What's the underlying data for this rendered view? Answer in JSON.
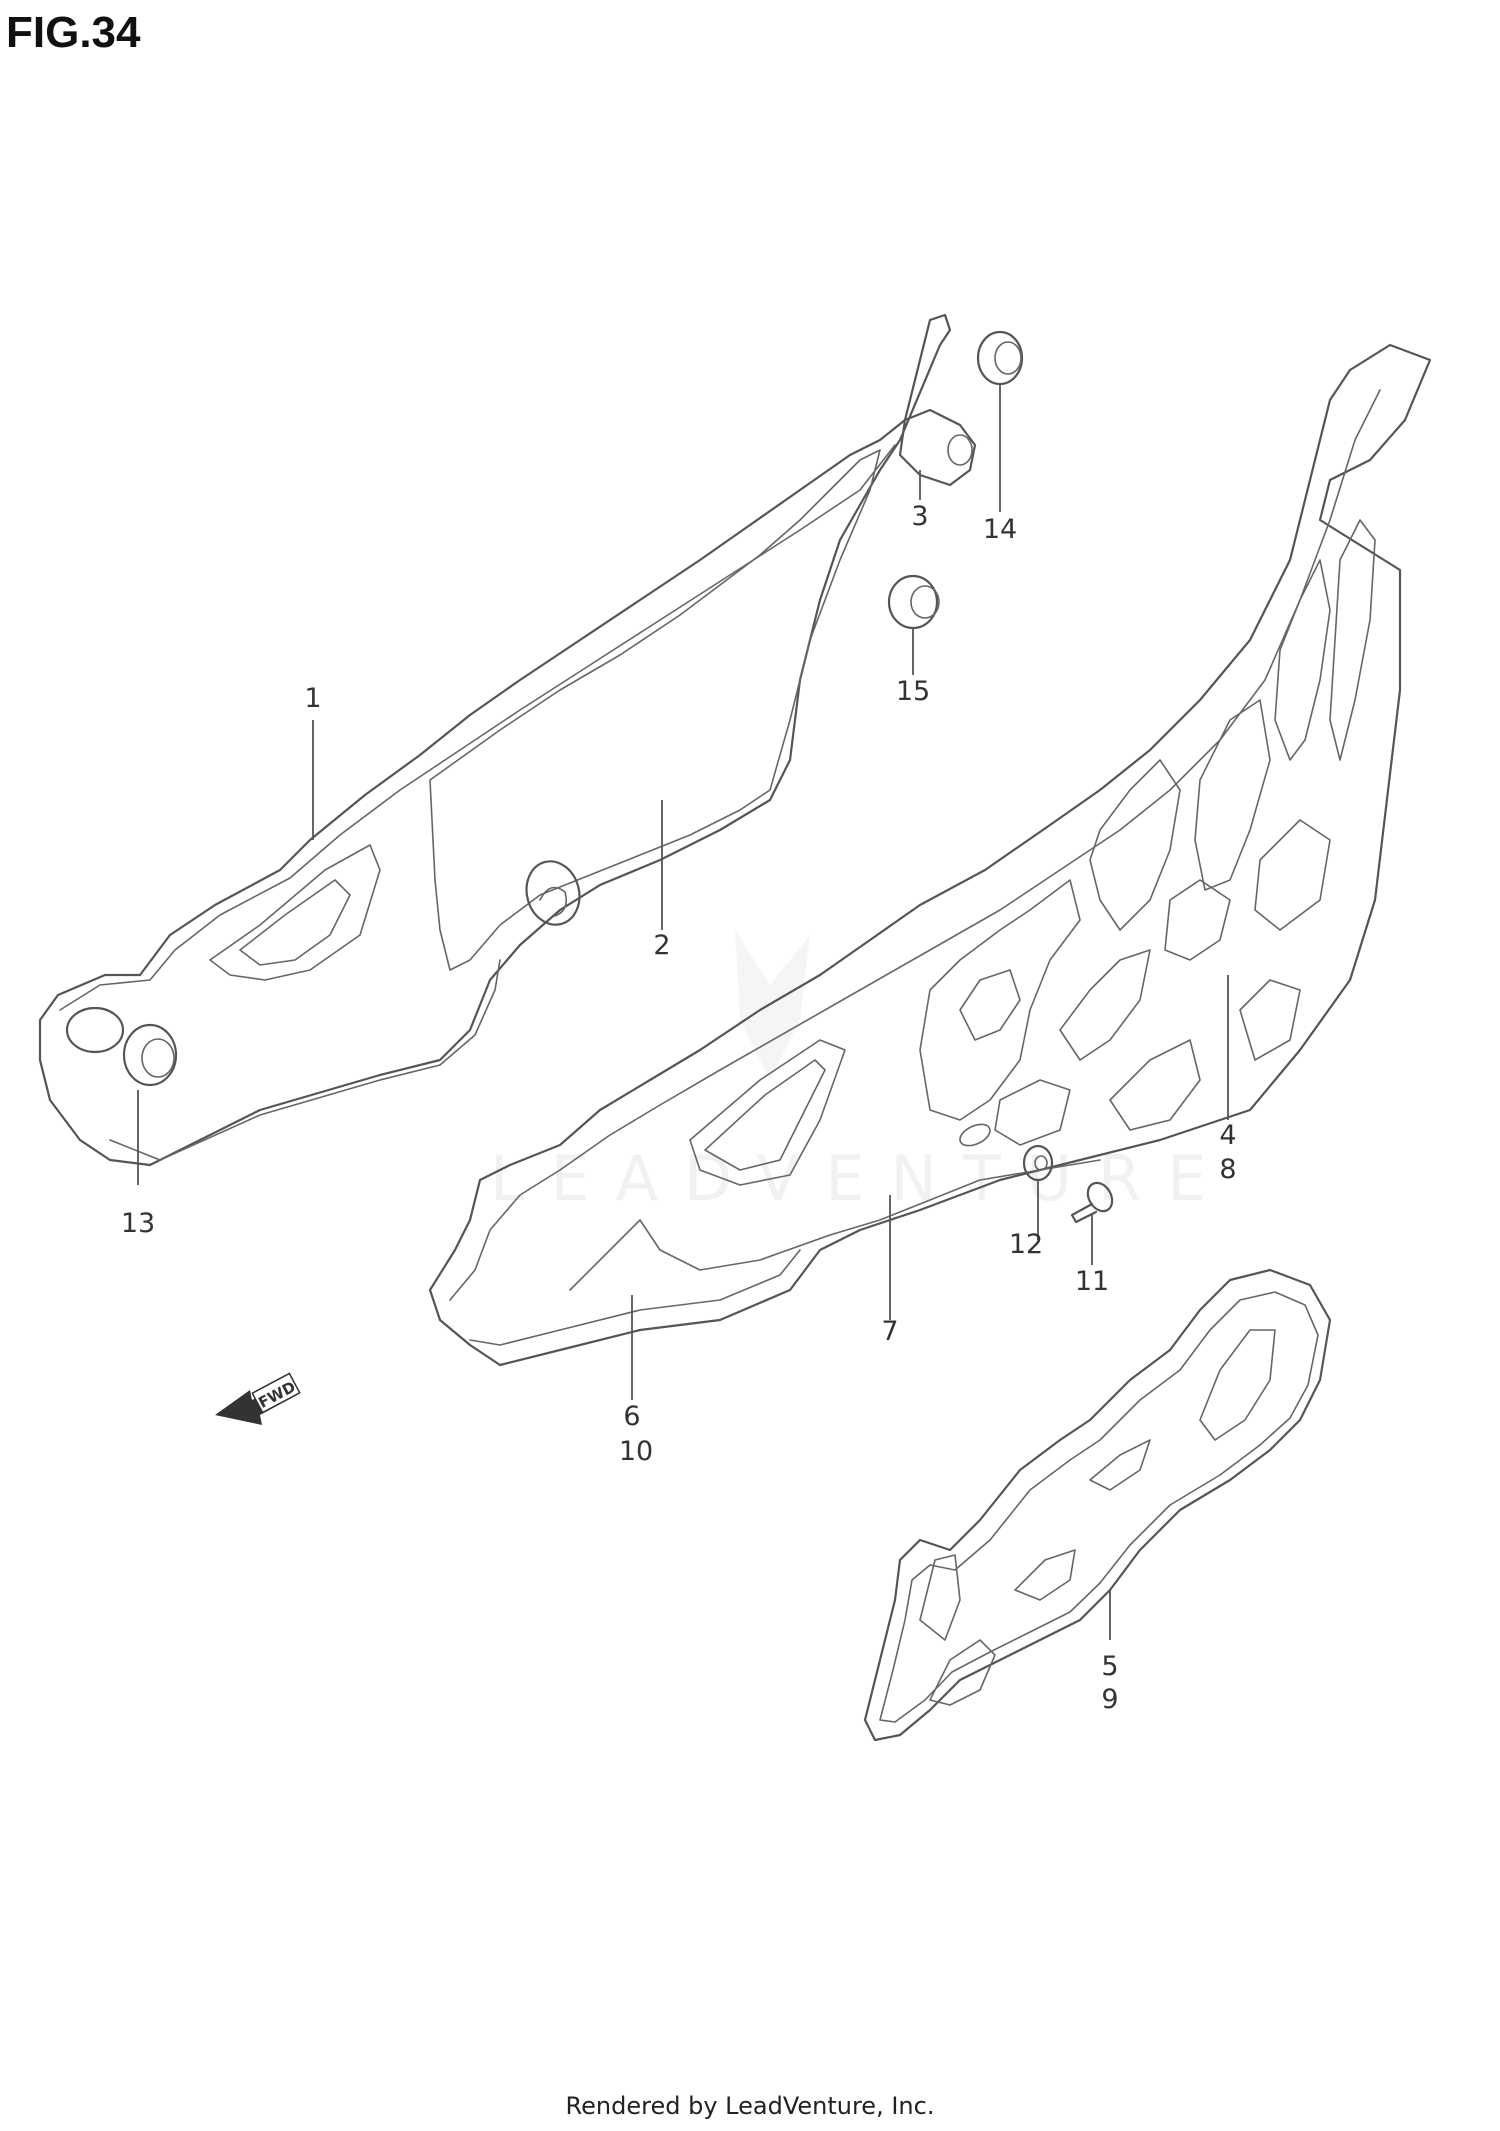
{
  "figure": {
    "title": "FIG.34"
  },
  "footer": {
    "text": "Rendered by LeadVenture, Inc."
  },
  "watermark": {
    "text": "LEADVENTURE"
  },
  "fwd_arrow": {
    "label": "FWD"
  },
  "callouts": {
    "c1": "1",
    "c2": "2",
    "c3": "3",
    "c4": "4",
    "c5": "5",
    "c6": "6",
    "c7": "7",
    "c8": "8",
    "c9": "9",
    "c10": "10",
    "c11": "11",
    "c12": "12",
    "c13": "13",
    "c14": "14",
    "c15": "15"
  }
}
